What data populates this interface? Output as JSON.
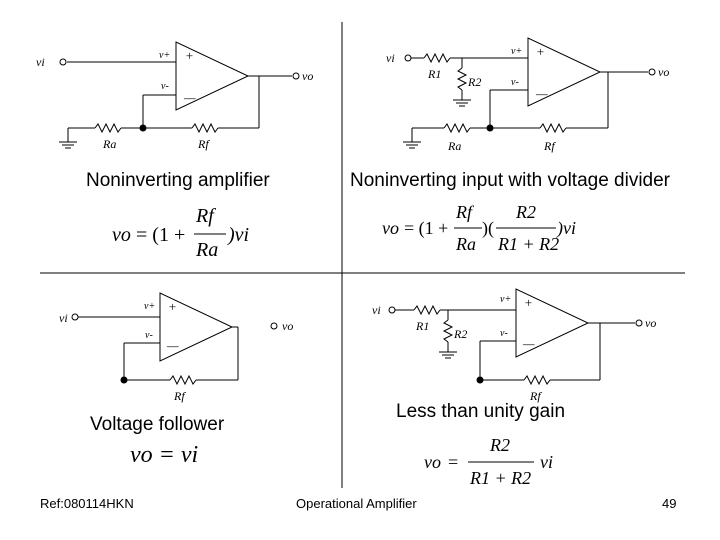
{
  "circuits": {
    "noninv": {
      "caption": "Noninverting amplifier",
      "vin": "vi",
      "vout": "vo",
      "vplus": "v+",
      "vminus": "v-",
      "ra": "Ra",
      "rf": "Rf"
    },
    "divider": {
      "caption": "Noninverting input with voltage divider",
      "vin": "vi",
      "vout": "vo",
      "vplus": "v+",
      "vminus": "v-",
      "r1": "R1",
      "r2": "R2",
      "ra": "Ra",
      "rf": "Rf"
    },
    "follower": {
      "caption": "Voltage follower",
      "vin": "vi",
      "vout": "vo",
      "vplus": "v+",
      "vminus": "v-",
      "rf": "Rf"
    },
    "unity": {
      "caption": "Less than unity gain",
      "vin": "vi",
      "vout": "vo",
      "vplus": "v+",
      "vminus": "v-",
      "r1": "R1",
      "r2": "R2",
      "rf": "Rf"
    }
  },
  "equations": {
    "noninv": {
      "lhs": "vo",
      "eq": "= (1 +",
      "num": "Rf",
      "den": "Ra",
      "tail": ")vi"
    },
    "divider": {
      "lhs": "vo",
      "eq": "= (1 +",
      "num1": "Rf",
      "den1": "Ra",
      "mid": ")(",
      "num2": "R2",
      "den2": "R1 + R2",
      "tail": ")vi"
    },
    "follower": {
      "text": "vo = vi"
    },
    "unity": {
      "lhs": "vo",
      "eq": "=",
      "num": "R2",
      "den": "R1 + R2",
      "tail": "vi"
    }
  },
  "footer": {
    "ref": "Ref:080114HKN",
    "title": "Operational Amplifier",
    "page": "49"
  }
}
